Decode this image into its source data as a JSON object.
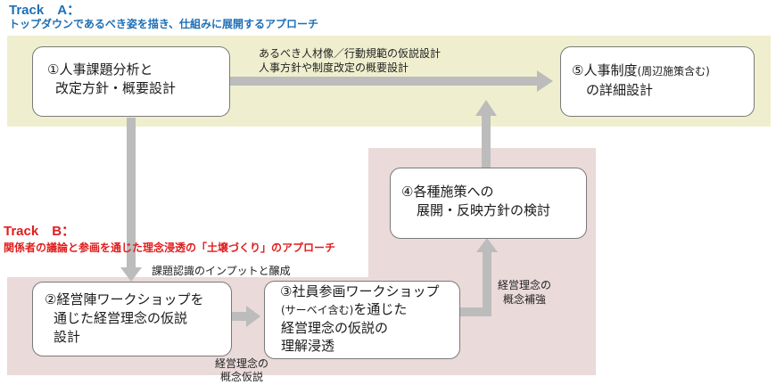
{
  "track_a": {
    "title": "Track　A：",
    "subtitle": "トップダウンであるべき姿を描き、仕組みに展開するアプローチ",
    "color": "#1f6fb5"
  },
  "track_b": {
    "title": "Track　B：",
    "subtitle": "関係者の議論と参画を通じた理念浸透の「土壌づくり」のアプローチ",
    "color": "#e11d1d"
  },
  "boxes": {
    "box1": {
      "line1": "①人事課題分析と",
      "line2": "改定方針・概要設計"
    },
    "box5": {
      "line1": "⑤人事制度",
      "line1_small": "(周辺施策含む)",
      "line2": "の詳細設計"
    },
    "box4": {
      "line1": "④各種施策への",
      "line2": "展開・反映方針の検討"
    },
    "box2": {
      "line1": "②経営陣ワークショップを",
      "line2": "通じた経営理念の仮説",
      "line3": "設計"
    },
    "box3": {
      "line1": "③社員参画ワークショップ",
      "line2_small": "(サーベイ含む)",
      "line2": "を通じた",
      "line3": "経営理念の仮説の",
      "line4": "理解浸透"
    }
  },
  "labels": {
    "top_line1": "あるべき人材像／行動規範の仮説設計",
    "top_line2": "人事方針や制度改定の概要設計",
    "input": "課題認識のインプットと醸成",
    "concept_hyp_1": "経営理念の",
    "concept_hyp_2": "概念仮説",
    "concept_sup_1": "経営理念の",
    "concept_sup_2": "概念補強"
  },
  "colors": {
    "band_a": "#efefcf",
    "band_b": "#eadada",
    "arrow": "#bcbcbc"
  }
}
